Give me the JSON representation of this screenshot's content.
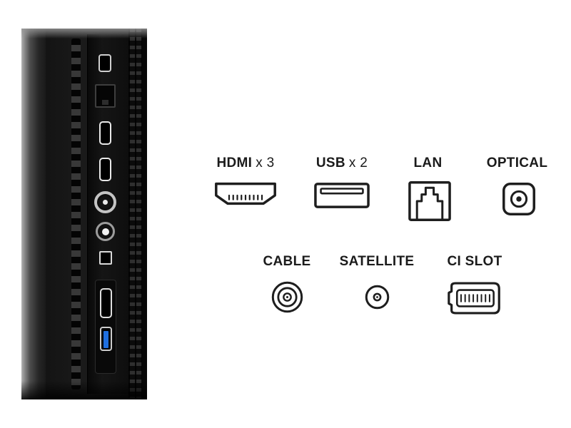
{
  "diagram_title": "tv-rear-connectivity",
  "colors": {
    "background": "#ffffff",
    "text": "#1b1b1b",
    "icon_stroke": "#1e1e1e",
    "usb3_blue": "#1f6fe0",
    "panel_dark": "#1b1b1b"
  },
  "legend": {
    "row1": [
      {
        "label": "HDMI",
        "qty": "x 3",
        "icon": "hdmi-icon"
      },
      {
        "label": "USB",
        "qty": "x 2",
        "icon": "usb-icon"
      },
      {
        "label": "LAN",
        "qty": "",
        "icon": "lan-icon"
      },
      {
        "label": "OPTICAL",
        "qty": "",
        "icon": "optical-icon"
      }
    ],
    "row2": [
      {
        "label": "CABLE",
        "icon": "cable-icon"
      },
      {
        "label": "SATELLITE",
        "icon": "satellite-icon"
      },
      {
        "label": "CI SLOT",
        "icon": "ci-slot-icon"
      }
    ]
  },
  "panel": {
    "ports": [
      "usb-service-port",
      "lan-port",
      "hdmi-port-1",
      "hdmi-port-2",
      "cable-antenna-connector",
      "satellite-connector",
      "optical-port",
      "hdmi-port-3",
      "usb3-port"
    ]
  }
}
